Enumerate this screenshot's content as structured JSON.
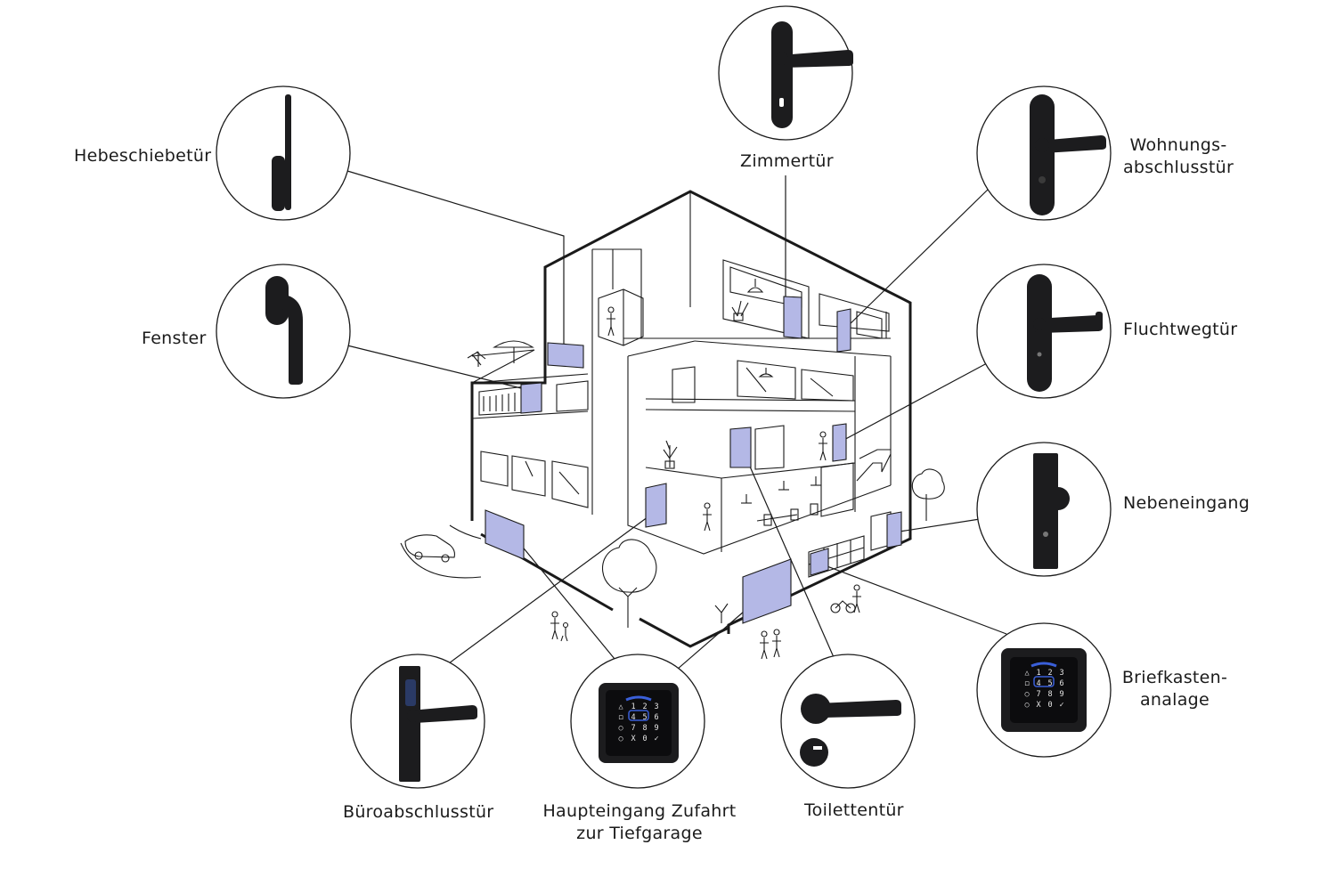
{
  "labels": {
    "hebeschiebetuer": "Hebeschiebetür",
    "fenster": "Fenster",
    "zimmertuer": "Zimmertür",
    "wohnungsabschluss_1": "Wohnungs-",
    "wohnungsabschluss_2": "abschlusstür",
    "fluchtwegtuer": "Fluchtwegtür",
    "nebeneingang": "Nebeneingang",
    "briefkasten_1": "Briefkasten-",
    "briefkasten_2": "analage",
    "bueroabschluss": "Büroabschlusstür",
    "haupteingang_1": "Haupteingang Zufahrt",
    "haupteingang_2": "zur Tiefgarage",
    "toilettentuer": "Toilettentür"
  },
  "keypad": {
    "row1": [
      "△",
      "1",
      "2",
      "3"
    ],
    "row2": [
      "◻",
      "4",
      "5",
      "6"
    ],
    "row3": [
      "○",
      "7",
      "8",
      "9"
    ],
    "row4": [
      "○",
      "X",
      "0",
      "✓"
    ]
  },
  "colors": {
    "line": "#1a1a1a",
    "highlight": "#b4b8e6",
    "hardware": "#1c1c1e",
    "keypad_blue": "#3a5fd9"
  }
}
